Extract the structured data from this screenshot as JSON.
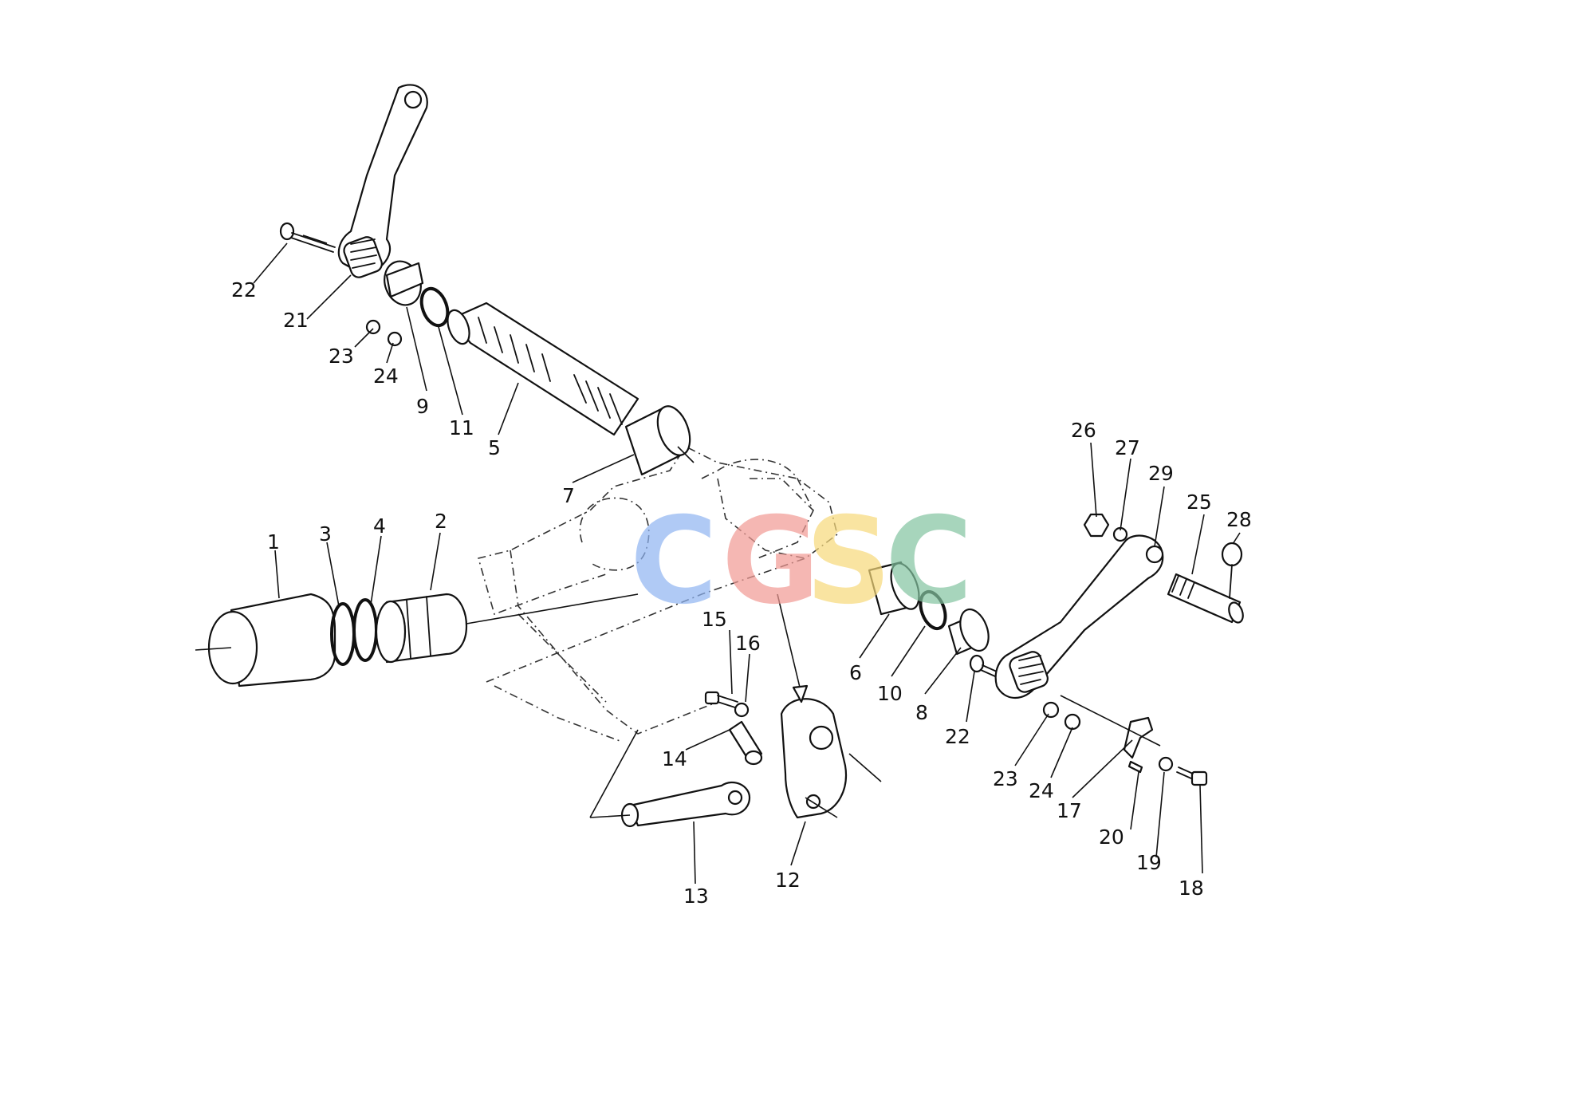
{
  "callouts": [
    {
      "id": "c1",
      "text": "1"
    },
    {
      "id": "c2",
      "text": "2"
    },
    {
      "id": "c3",
      "text": "3"
    },
    {
      "id": "c4",
      "text": "4"
    },
    {
      "id": "c5",
      "text": "5"
    },
    {
      "id": "c6",
      "text": "6"
    },
    {
      "id": "c7",
      "text": "7"
    },
    {
      "id": "c8",
      "text": "8"
    },
    {
      "id": "c9",
      "text": "9"
    },
    {
      "id": "c10",
      "text": "10"
    },
    {
      "id": "c11",
      "text": "11"
    },
    {
      "id": "c12",
      "text": "12"
    },
    {
      "id": "c13",
      "text": "13"
    },
    {
      "id": "c14",
      "text": "14"
    },
    {
      "id": "c15",
      "text": "15"
    },
    {
      "id": "c16",
      "text": "16"
    },
    {
      "id": "c17",
      "text": "17"
    },
    {
      "id": "c18",
      "text": "18"
    },
    {
      "id": "c19",
      "text": "19"
    },
    {
      "id": "c20",
      "text": "20"
    },
    {
      "id": "c21",
      "text": "21"
    },
    {
      "id": "c22a",
      "text": "22"
    },
    {
      "id": "c22b",
      "text": "22"
    },
    {
      "id": "c23a",
      "text": "23"
    },
    {
      "id": "c23b",
      "text": "23"
    },
    {
      "id": "c24a",
      "text": "24"
    },
    {
      "id": "c24b",
      "text": "24"
    },
    {
      "id": "c25",
      "text": "25"
    },
    {
      "id": "c26",
      "text": "26"
    },
    {
      "id": "c27",
      "text": "27"
    },
    {
      "id": "c28",
      "text": "28"
    },
    {
      "id": "c29",
      "text": "29"
    }
  ],
  "watermark": {
    "letters": [
      {
        "char": "C",
        "color": "#8fb4f2"
      },
      {
        "char": "G",
        "color": "#f19a94"
      },
      {
        "char": "S",
        "color": "#f7d97a"
      },
      {
        "char": "C",
        "color": "#83c4a0"
      }
    ]
  }
}
